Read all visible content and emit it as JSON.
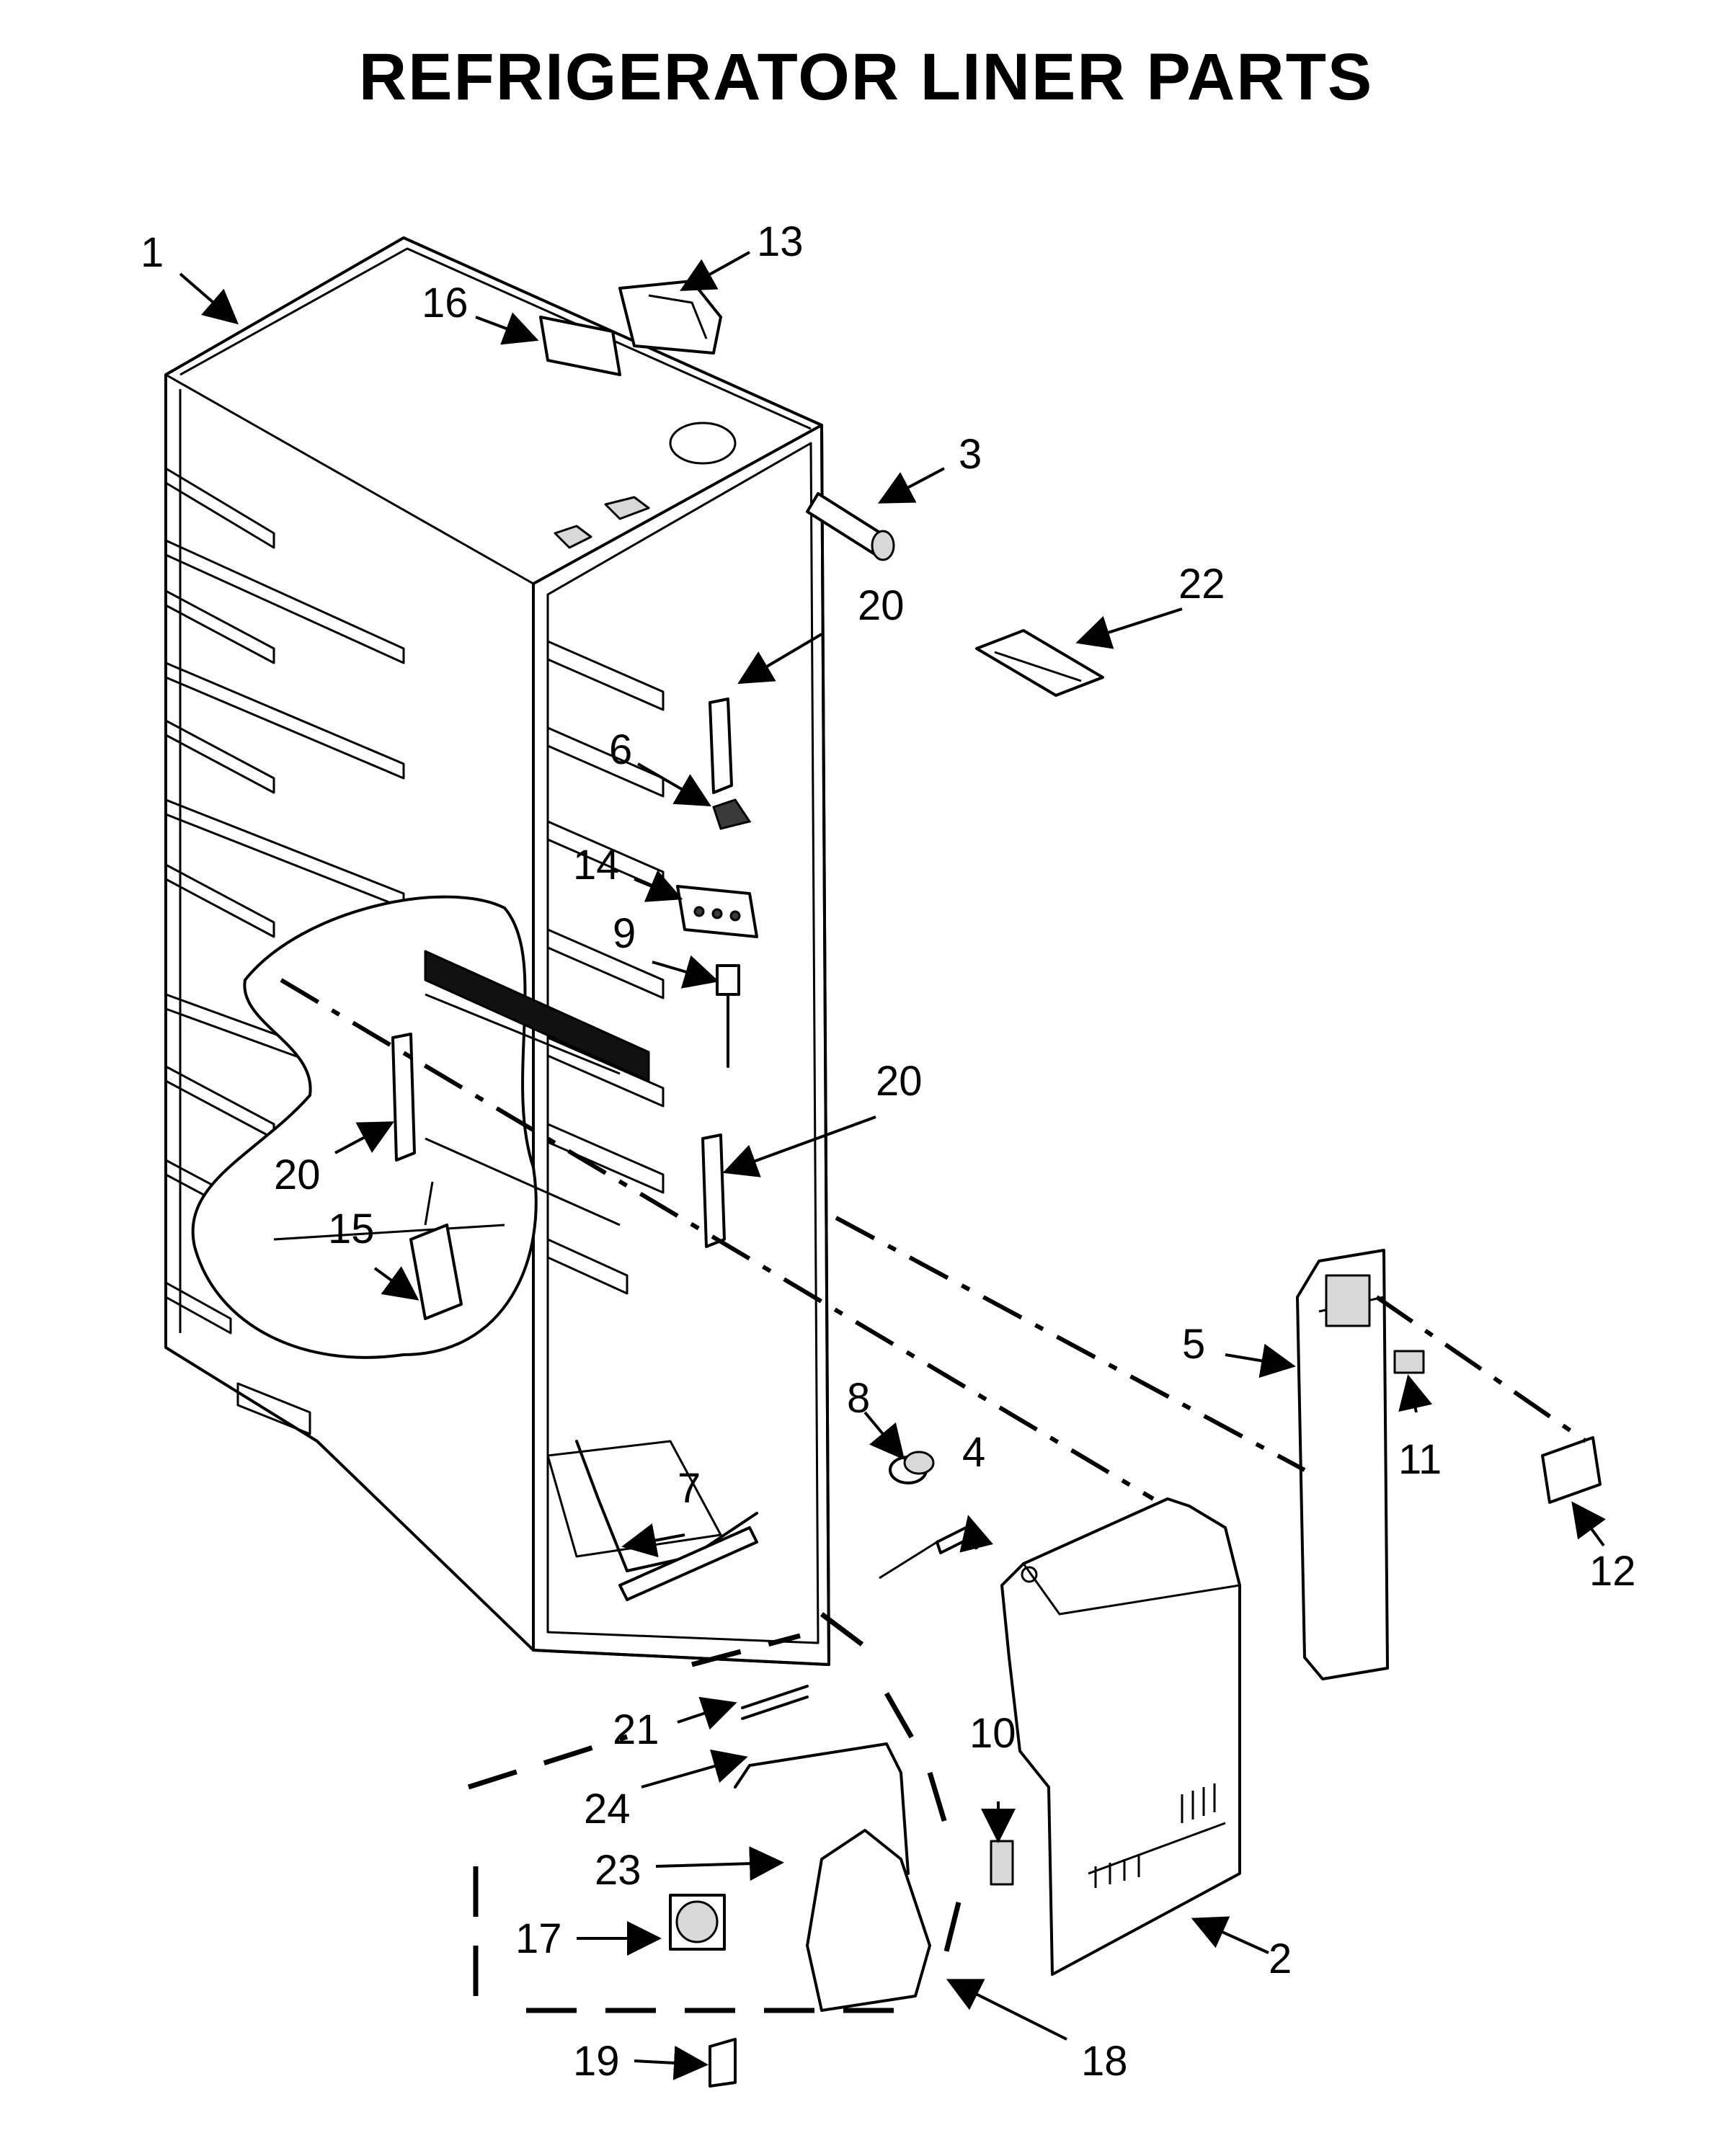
{
  "title": "REFRIGERATOR LINER PARTS",
  "callouts": {
    "c1": "1",
    "c2": "2",
    "c3": "3",
    "c4": "4",
    "c5": "5",
    "c6": "6",
    "c7": "7",
    "c8": "8",
    "c9": "9",
    "c10": "10",
    "c11": "11",
    "c12": "12",
    "c13": "13",
    "c14": "14",
    "c15": "15",
    "c16": "16",
    "c17": "17",
    "c18": "18",
    "c19": "19",
    "c20a": "20",
    "c20b": "20",
    "c20c": "20",
    "c21": "21",
    "c22": "22",
    "c23": "23",
    "c24": "24"
  }
}
